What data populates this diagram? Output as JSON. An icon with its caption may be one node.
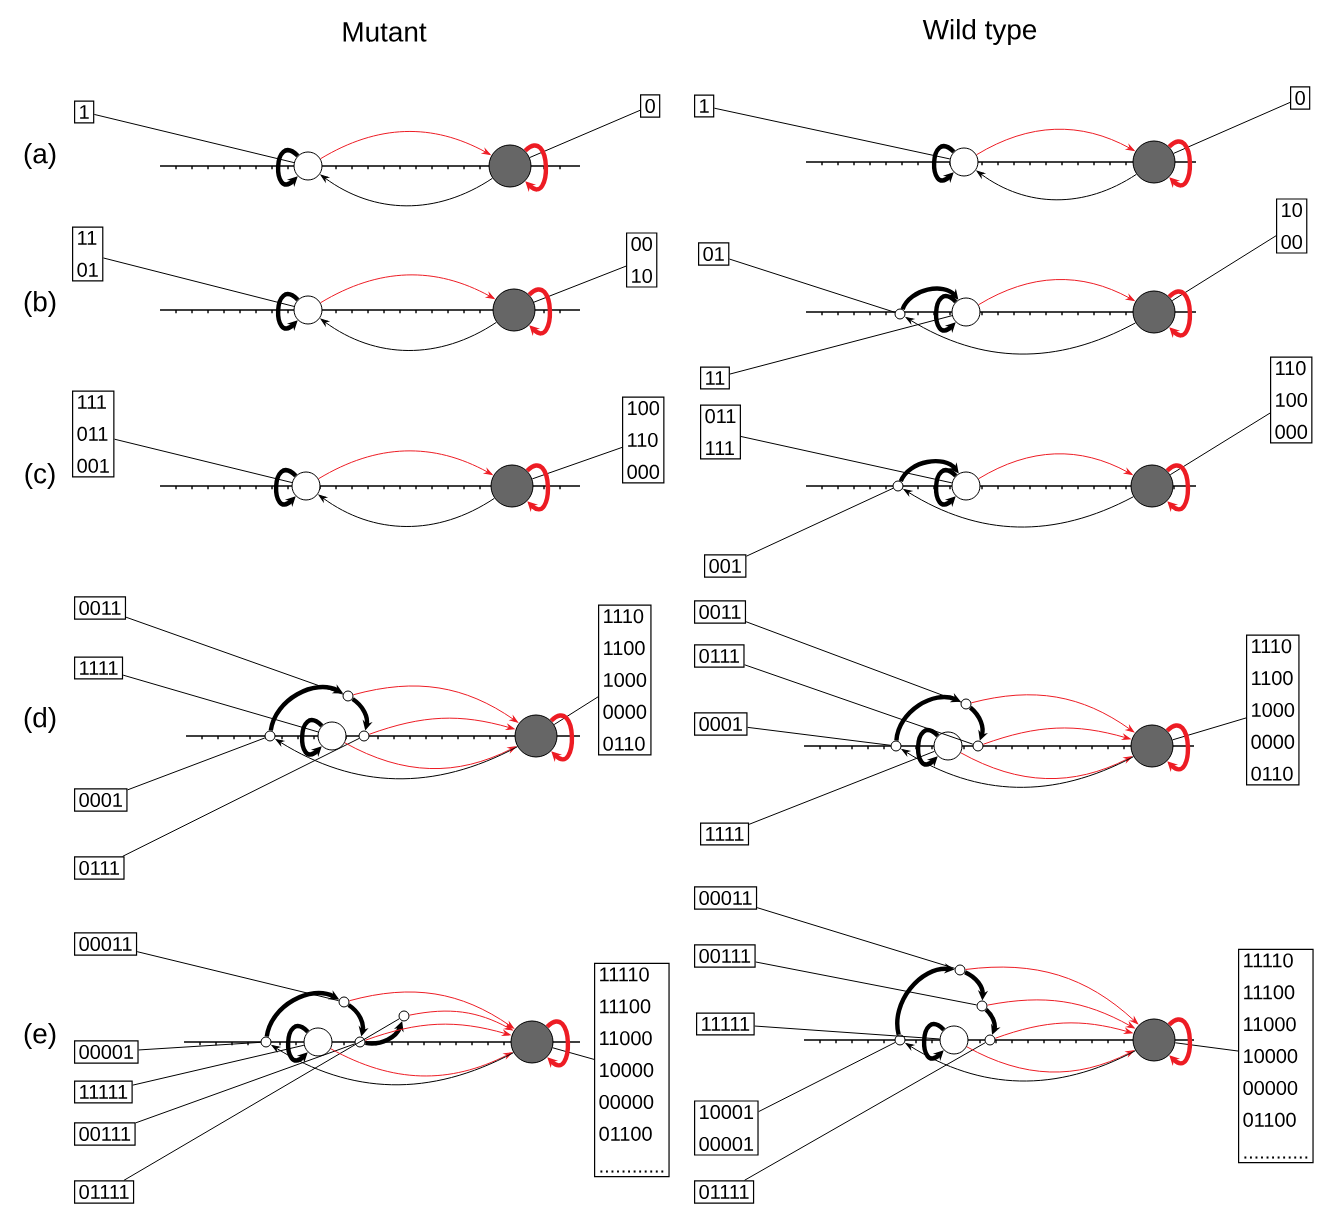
{
  "diagram": {
    "nodes": [
      {
        "text": [
          "1"
        ]
      },
      {
        "text": [
          "0"
        ]
      },
      {
        "text": [],
        "shape": "circle"
      },
      {
        "text": [],
        "shape": "circle"
      },
      {
        "text": [
          "11",
          "01"
        ]
      },
      {
        "text": [
          "00",
          "10"
        ]
      },
      {
        "text": [],
        "shape": "circle"
      },
      {
        "text": [],
        "shape": "circle"
      },
      {
        "text": [
          "111",
          "011",
          "001"
        ]
      },
      {
        "text": [
          "100",
          "110",
          "000"
        ]
      },
      {
        "text": [],
        "shape": "circle"
      },
      {
        "text": [],
        "shape": "circle"
      },
      {
        "text": [
          "0011"
        ]
      },
      {
        "text": [
          "1111"
        ]
      },
      {
        "text": [
          "0001"
        ]
      },
      {
        "text": [
          "0111"
        ]
      },
      {
        "text": [
          "1110",
          "1100",
          "1000",
          "0000",
          "0110"
        ]
      },
      {
        "text": [],
        "shape": "circle"
      },
      {
        "text": [],
        "shape": "circle"
      },
      {
        "text": [],
        "shape": "circle"
      },
      {
        "text": [],
        "shape": "circle"
      },
      {
        "text": [],
        "shape": "circle"
      },
      {
        "text": [
          "00011"
        ]
      },
      {
        "text": [
          "00001"
        ]
      },
      {
        "text": [
          "11111"
        ]
      },
      {
        "text": [
          "00111"
        ]
      },
      {
        "text": [
          "01111"
        ]
      },
      {
        "text": [
          "11110",
          "11100",
          "11000",
          "10000",
          "00000",
          "01100",
          "............"
        ]
      },
      {
        "text": [],
        "shape": "circle"
      },
      {
        "text": [],
        "shape": "circle"
      },
      {
        "text": [],
        "shape": "circle"
      },
      {
        "text": [],
        "shape": "circle"
      },
      {
        "text": [],
        "shape": "circle"
      },
      {
        "text": [],
        "shape": "circle"
      },
      {
        "text": [
          "1"
        ]
      },
      {
        "text": [
          "0"
        ]
      },
      {
        "text": [],
        "shape": "circle"
      },
      {
        "text": [],
        "shape": "circle"
      },
      {
        "text": [
          "01"
        ]
      },
      {
        "text": [
          "11"
        ]
      },
      {
        "text": [
          "10",
          "00"
        ]
      },
      {
        "text": [],
        "shape": "circle"
      },
      {
        "text": [],
        "shape": "circle"
      },
      {
        "text": [],
        "shape": "circle"
      },
      {
        "text": [
          "011",
          "111"
        ]
      },
      {
        "text": [
          "001"
        ]
      },
      {
        "text": [
          "110",
          "100",
          "000"
        ]
      },
      {
        "text": [],
        "shape": "circle"
      },
      {
        "text": [],
        "shape": "circle"
      },
      {
        "text": [],
        "shape": "circle"
      },
      {
        "text": [
          "0011"
        ]
      },
      {
        "text": [
          "0111"
        ]
      },
      {
        "text": [
          "0001"
        ]
      },
      {
        "text": [
          "1111"
        ]
      },
      {
        "text": [
          "1110",
          "1100",
          "1000",
          "0000",
          "0110"
        ]
      },
      {
        "text": [],
        "shape": "circle"
      },
      {
        "text": [],
        "shape": "circle"
      },
      {
        "text": [],
        "shape": "circle"
      },
      {
        "text": [],
        "shape": "circle"
      },
      {
        "text": [],
        "shape": "circle"
      },
      {
        "text": [
          "00011"
        ]
      },
      {
        "text": [
          "00111"
        ]
      },
      {
        "text": [
          "11111"
        ]
      },
      {
        "text": [
          "10001",
          "00001"
        ]
      },
      {
        "text": [
          "01111"
        ]
      },
      {
        "text": [
          "11110",
          "11100",
          "11000",
          "10000",
          "00000",
          "01100",
          "............"
        ]
      },
      {
        "text": [],
        "shape": "circle"
      },
      {
        "text": [],
        "shape": "circle"
      },
      {
        "text": [],
        "shape": "circle"
      },
      {
        "text": [],
        "shape": "circle"
      },
      {
        "text": [],
        "shape": "circle"
      },
      {
        "text": [],
        "shape": "circle"
      }
    ],
    "edges": [
      {
        "from": 0,
        "to": 2,
        "arrow": "none"
      },
      {
        "from": 1,
        "to": 3,
        "arrow": "none"
      },
      {
        "from": 2,
        "to": 3,
        "arrow": "to",
        "color": "#ed1c24"
      },
      {
        "from": 3,
        "to": 2,
        "arrow": "to"
      },
      {
        "from": 2,
        "to": 2,
        "arrow": "to",
        "style": "thick"
      },
      {
        "from": 3,
        "to": 3,
        "arrow": "to",
        "style": "thick",
        "color": "#ed1c24"
      },
      {
        "from": 4,
        "to": 6,
        "arrow": "none"
      },
      {
        "from": 5,
        "to": 7,
        "arrow": "none"
      },
      {
        "from": 6,
        "to": 7,
        "arrow": "to",
        "color": "#ed1c24"
      },
      {
        "from": 7,
        "to": 6,
        "arrow": "to"
      },
      {
        "from": 6,
        "to": 6,
        "arrow": "to",
        "style": "thick"
      },
      {
        "from": 7,
        "to": 7,
        "arrow": "to",
        "style": "thick",
        "color": "#ed1c24"
      },
      {
        "from": 8,
        "to": 10,
        "arrow": "none"
      },
      {
        "from": 9,
        "to": 11,
        "arrow": "none"
      },
      {
        "from": 10,
        "to": 11,
        "arrow": "to",
        "color": "#ed1c24"
      },
      {
        "from": 11,
        "to": 10,
        "arrow": "to"
      },
      {
        "from": 10,
        "to": 10,
        "arrow": "to",
        "style": "thick"
      },
      {
        "from": 11,
        "to": 11,
        "arrow": "to",
        "style": "thick",
        "color": "#ed1c24"
      },
      {
        "from": 12,
        "to": 17,
        "arrow": "none"
      },
      {
        "from": 13,
        "to": 19,
        "arrow": "none"
      },
      {
        "from": 14,
        "to": 18,
        "arrow": "none"
      },
      {
        "from": 15,
        "to": 20,
        "arrow": "none"
      },
      {
        "from": 16,
        "to": 21,
        "arrow": "none"
      },
      {
        "from": 18,
        "to": 17,
        "arrow": "to",
        "style": "thick"
      },
      {
        "from": 17,
        "to": 20,
        "arrow": "to",
        "style": "thick"
      },
      {
        "from": 19,
        "to": 19,
        "arrow": "to",
        "style": "thick"
      },
      {
        "from": 17,
        "to": 21,
        "arrow": "to",
        "color": "#ed1c24"
      },
      {
        "from": 20,
        "to": 21,
        "arrow": "to",
        "color": "#ed1c24"
      },
      {
        "from": 19,
        "to": 21,
        "arrow": "to",
        "color": "#ed1c24"
      },
      {
        "from": 21,
        "to": 18,
        "arrow": "to"
      },
      {
        "from": 21,
        "to": 21,
        "arrow": "to",
        "style": "thick",
        "color": "#ed1c24"
      },
      {
        "from": 22,
        "to": 28,
        "arrow": "none"
      },
      {
        "from": 23,
        "to": 29,
        "arrow": "none"
      },
      {
        "from": 24,
        "to": 30,
        "arrow": "none"
      },
      {
        "from": 25,
        "to": 31,
        "arrow": "none"
      },
      {
        "from": 26,
        "to": 32,
        "arrow": "none"
      },
      {
        "from": 27,
        "to": 33,
        "arrow": "none"
      },
      {
        "from": 29,
        "to": 28,
        "arrow": "to",
        "style": "thick"
      },
      {
        "from": 28,
        "to": 31,
        "arrow": "to",
        "style": "thick"
      },
      {
        "from": 31,
        "to": 32,
        "arrow": "to",
        "style": "thick"
      },
      {
        "from": 30,
        "to": 30,
        "arrow": "to",
        "style": "thick"
      },
      {
        "from": 28,
        "to": 33,
        "arrow": "to",
        "color": "#ed1c24"
      },
      {
        "from": 32,
        "to": 33,
        "arrow": "to",
        "color": "#ed1c24"
      },
      {
        "from": 31,
        "to": 33,
        "arrow": "to",
        "color": "#ed1c24"
      },
      {
        "from": 30,
        "to": 33,
        "arrow": "to",
        "color": "#ed1c24"
      },
      {
        "from": 33,
        "to": 29,
        "arrow": "to"
      },
      {
        "from": 33,
        "to": 33,
        "arrow": "to",
        "style": "thick",
        "color": "#ed1c24"
      },
      {
        "from": 34,
        "to": 36,
        "arrow": "none"
      },
      {
        "from": 35,
        "to": 37,
        "arrow": "none"
      },
      {
        "from": 36,
        "to": 37,
        "arrow": "to",
        "color": "#ed1c24"
      },
      {
        "from": 37,
        "to": 36,
        "arrow": "to"
      },
      {
        "from": 36,
        "to": 36,
        "arrow": "to",
        "style": "thick"
      },
      {
        "from": 37,
        "to": 37,
        "arrow": "to",
        "style": "thick",
        "color": "#ed1c24"
      },
      {
        "from": 38,
        "to": 41,
        "arrow": "none"
      },
      {
        "from": 39,
        "to": 42,
        "arrow": "none"
      },
      {
        "from": 40,
        "to": 43,
        "arrow": "none"
      },
      {
        "from": 41,
        "to": 42,
        "arrow": "to",
        "style": "thick"
      },
      {
        "from": 42,
        "to": 42,
        "arrow": "to",
        "style": "thick"
      },
      {
        "from": 42,
        "to": 43,
        "arrow": "to",
        "color": "#ed1c24"
      },
      {
        "from": 43,
        "to": 41,
        "arrow": "to"
      },
      {
        "from": 43,
        "to": 43,
        "arrow": "to",
        "style": "thick",
        "color": "#ed1c24"
      },
      {
        "from": 44,
        "to": 48,
        "arrow": "none"
      },
      {
        "from": 45,
        "to": 47,
        "arrow": "none"
      },
      {
        "from": 46,
        "to": 49,
        "arrow": "none"
      },
      {
        "from": 47,
        "to": 48,
        "arrow": "to",
        "style": "thick"
      },
      {
        "from": 48,
        "to": 48,
        "arrow": "to",
        "style": "thick"
      },
      {
        "from": 48,
        "to": 49,
        "arrow": "to",
        "color": "#ed1c24"
      },
      {
        "from": 49,
        "to": 47,
        "arrow": "to"
      },
      {
        "from": 49,
        "to": 49,
        "arrow": "to",
        "style": "thick",
        "color": "#ed1c24"
      },
      {
        "from": 50,
        "to": 55,
        "arrow": "none"
      },
      {
        "from": 51,
        "to": 58,
        "arrow": "none"
      },
      {
        "from": 52,
        "to": 56,
        "arrow": "none"
      },
      {
        "from": 53,
        "to": 57,
        "arrow": "none"
      },
      {
        "from": 54,
        "to": 59,
        "arrow": "none"
      },
      {
        "from": 56,
        "to": 55,
        "arrow": "to",
        "style": "thick"
      },
      {
        "from": 55,
        "to": 58,
        "arrow": "to",
        "style": "thick"
      },
      {
        "from": 57,
        "to": 57,
        "arrow": "to",
        "style": "thick"
      },
      {
        "from": 55,
        "to": 59,
        "arrow": "to",
        "color": "#ed1c24"
      },
      {
        "from": 58,
        "to": 59,
        "arrow": "to",
        "color": "#ed1c24"
      },
      {
        "from": 57,
        "to": 59,
        "arrow": "to",
        "color": "#ed1c24"
      },
      {
        "from": 59,
        "to": 56,
        "arrow": "to"
      },
      {
        "from": 59,
        "to": 59,
        "arrow": "to",
        "style": "thick",
        "color": "#ed1c24"
      },
      {
        "from": 60,
        "to": 66,
        "arrow": "none"
      },
      {
        "from": 61,
        "to": 67,
        "arrow": "none"
      },
      {
        "from": 62,
        "to": 69,
        "arrow": "none"
      },
      {
        "from": 63,
        "to": 68,
        "arrow": "none"
      },
      {
        "from": 64,
        "to": 70,
        "arrow": "none"
      },
      {
        "from": 65,
        "to": 71,
        "arrow": "none"
      },
      {
        "from": 68,
        "to": 66,
        "arrow": "to",
        "style": "thick"
      },
      {
        "from": 66,
        "to": 67,
        "arrow": "to",
        "style": "thick"
      },
      {
        "from": 67,
        "to": 70,
        "arrow": "to",
        "style": "thick"
      },
      {
        "from": 69,
        "to": 69,
        "arrow": "to",
        "style": "thick"
      },
      {
        "from": 66,
        "to": 71,
        "arrow": "to",
        "color": "#ed1c24"
      },
      {
        "from": 67,
        "to": 71,
        "arrow": "to",
        "color": "#ed1c24"
      },
      {
        "from": 70,
        "to": 71,
        "arrow": "to",
        "color": "#ed1c24"
      },
      {
        "from": 69,
        "to": 71,
        "arrow": "to",
        "color": "#ed1c24"
      },
      {
        "from": 71,
        "to": 68,
        "arrow": "to"
      },
      {
        "from": 71,
        "to": 71,
        "arrow": "to",
        "style": "thick",
        "color": "#ed1c24"
      }
    ],
    "labels": [
      "Mutant",
      "Wild type",
      "(a)",
      "(b)",
      "(c)",
      "(d)",
      "(e)"
    ]
  }
}
